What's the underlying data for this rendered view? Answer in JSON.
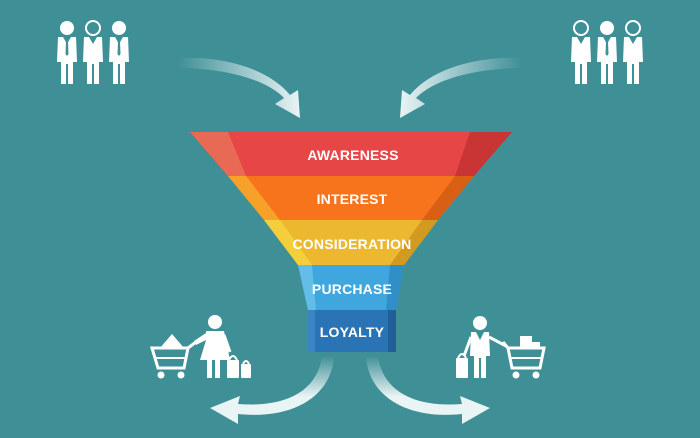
{
  "funnel": {
    "stages": [
      {
        "label": "AWARENESS",
        "color": "#e64646",
        "side": "#c93434",
        "edge": "#e86a55"
      },
      {
        "label": "INTEREST",
        "color": "#f7741c",
        "side": "#d95f14",
        "edge": "#f7a12a"
      },
      {
        "label": "CONSIDERATION",
        "color": "#ecb830",
        "side": "#d29a1e",
        "edge": "#f5cf3b"
      },
      {
        "label": "PURCHASE",
        "color": "#3fa6de",
        "side": "#2f8fc6",
        "edge": "#62bde8"
      },
      {
        "label": "LOYALTY",
        "color": "#2a74b5",
        "side": "#225f99",
        "edge": "#3a86c5"
      }
    ]
  },
  "colors": {
    "background": "#3f8f97",
    "arrow": "#e9f4f5",
    "figure": "#ffffff"
  },
  "icons": {
    "top_left": "businesspeople-group-icon",
    "top_right": "businesspeople-group-icon",
    "bottom_left": "woman-shopper-with-cart-icon",
    "bottom_right": "man-shopper-with-cart-icon",
    "arrows": "curved-arrow-icon"
  }
}
